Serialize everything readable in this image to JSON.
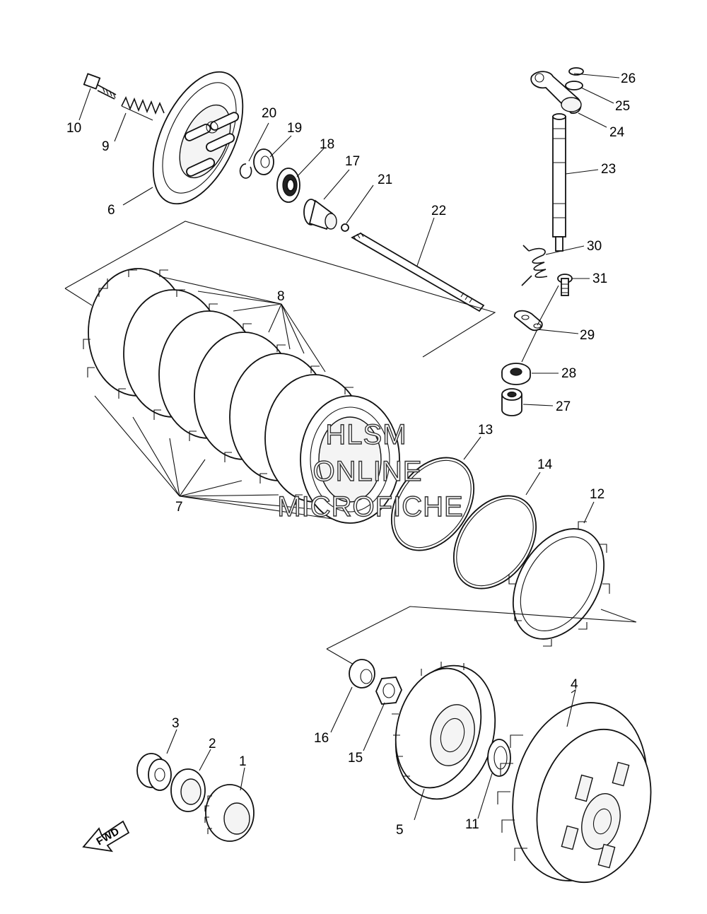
{
  "diagram": {
    "callouts": [
      {
        "id": "p1",
        "text": "1"
      },
      {
        "id": "p2",
        "text": "2"
      },
      {
        "id": "p3",
        "text": "3"
      },
      {
        "id": "p4",
        "text": "4"
      },
      {
        "id": "p5",
        "text": "5"
      },
      {
        "id": "p6",
        "text": "6"
      },
      {
        "id": "p7",
        "text": "7"
      },
      {
        "id": "p8",
        "text": "8"
      },
      {
        "id": "p9",
        "text": "9"
      },
      {
        "id": "p10",
        "text": "10"
      },
      {
        "id": "p11",
        "text": "11"
      },
      {
        "id": "p12",
        "text": "12"
      },
      {
        "id": "p13",
        "text": "13"
      },
      {
        "id": "p14",
        "text": "14"
      },
      {
        "id": "p15",
        "text": "15"
      },
      {
        "id": "p16",
        "text": "16"
      },
      {
        "id": "p17",
        "text": "17"
      },
      {
        "id": "p18",
        "text": "18"
      },
      {
        "id": "p19",
        "text": "19"
      },
      {
        "id": "p20",
        "text": "20"
      },
      {
        "id": "p21",
        "text": "21"
      },
      {
        "id": "p22",
        "text": "22"
      },
      {
        "id": "p23",
        "text": "23"
      },
      {
        "id": "p24",
        "text": "24"
      },
      {
        "id": "p25",
        "text": "25"
      },
      {
        "id": "p26",
        "text": "26"
      },
      {
        "id": "p27",
        "text": "27"
      },
      {
        "id": "p28",
        "text": "28"
      },
      {
        "id": "p29",
        "text": "29"
      },
      {
        "id": "p30",
        "text": "30"
      },
      {
        "id": "p31",
        "text": "31"
      }
    ],
    "fwd_label": "FWD",
    "watermark": [
      "HLSM",
      "ONLINE",
      "MICROFICHE"
    ]
  }
}
